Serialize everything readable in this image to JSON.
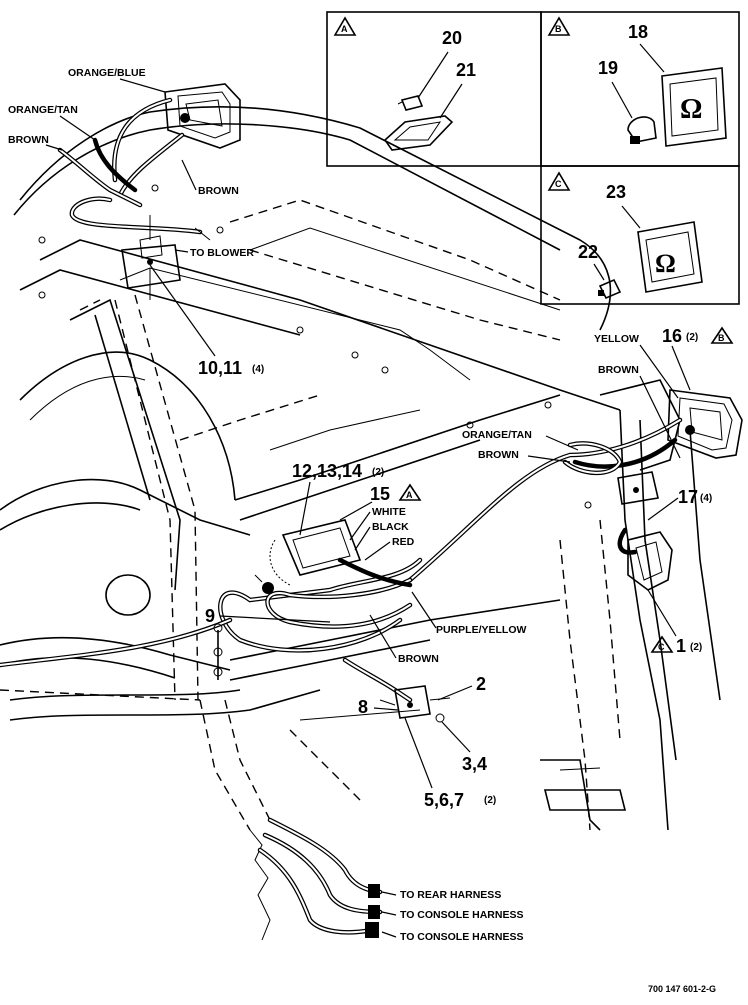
{
  "wire_labels": {
    "orange_blue": "ORANGE/BLUE",
    "orange_tan_left": "ORANGE/TAN",
    "brown_left_top": "BROWN",
    "brown_left_mid": "BROWN",
    "to_blower": "TO BLOWER",
    "yellow": "YELLOW",
    "brown_right": "BROWN",
    "orange_tan_right": "ORANGE/TAN",
    "brown_right_mid": "BROWN",
    "white": "WHITE",
    "black": "BLACK",
    "red": "RED",
    "purple_yellow": "PURPLE/YELLOW",
    "brown_bottom": "BROWN",
    "to_rear_harness": "TO REAR HARNESS",
    "to_console_harness_1": "TO CONSOLE HARNESS",
    "to_console_harness_2": "TO CONSOLE HARNESS"
  },
  "callouts": {
    "c10_11": "10,11",
    "c10_11_qty": "(4)",
    "c12_13_14": "12,13,14",
    "c12_13_14_qty": "(2)",
    "c15": "15",
    "c15_ref": "A",
    "c16": "16",
    "c16_qty": "(2)",
    "c16_ref": "B",
    "c17": "17",
    "c17_qty": "(4)",
    "c1": "1",
    "c1_qty": "(2)",
    "c1_ref": "C",
    "c9": "9",
    "c2": "2",
    "c8": "8",
    "c3_4": "3,4",
    "c5_6_7": "5,6,7",
    "c5_6_7_qty": "(2)"
  },
  "insets": {
    "a": {
      "ref": "A",
      "part_top": "20",
      "part_bottom": "21"
    },
    "b": {
      "ref": "B",
      "part_lamp": "18",
      "part_bulb": "19"
    },
    "c": {
      "ref": "C",
      "part_lamp": "23",
      "part_bulb": "22"
    }
  },
  "footer": {
    "drawing_number": "700 147 601-2-G"
  }
}
